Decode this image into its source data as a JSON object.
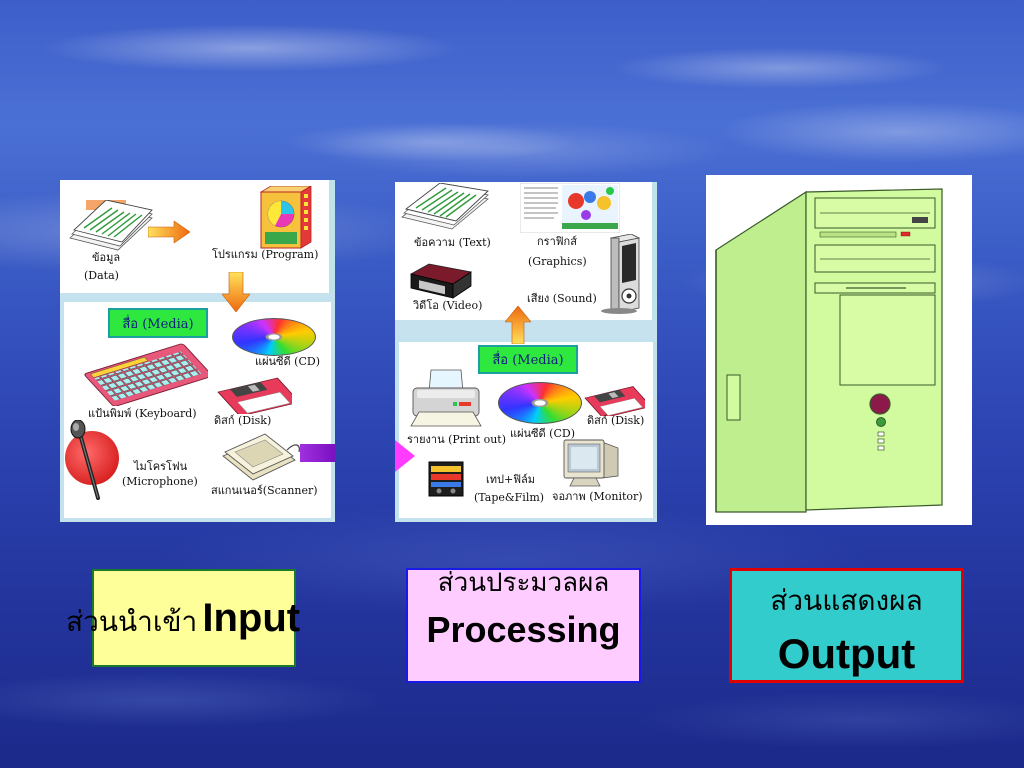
{
  "left_panel": {
    "data_th": "ข้อมูล",
    "data_en": "(Data)",
    "program": "โปรแกรม (Program)",
    "media": "สื่อ (Media)",
    "cd": "แผ่นซีดี (CD)",
    "keyboard": "แป้นพิมพ์ (Keyboard)",
    "disk": "ดิสก์ (Disk)",
    "microphone_th": "ไมโครโฟน",
    "microphone_en": "(Microphone)",
    "scanner": "สแกนเนอร์(Scanner)"
  },
  "middle_panel": {
    "text": "ข้อความ (Text)",
    "graphics_th": "กราฟิกส์",
    "graphics_en": "(Graphics)",
    "video": "วิดีโอ (Video)",
    "sound": "เสียง (Sound)",
    "media": "สื่อ (Media)",
    "print_out": "รายงาน (Print out)",
    "cd": "แผ่นซีดี (CD)",
    "disk": "ดิสก์ (Disk)",
    "tape_th": "เทป+ฟิล์ม",
    "tape_en": "(Tape&Film)",
    "monitor": "จอภาพ (Monitor)"
  },
  "labels": {
    "input_th": "ส่วนนำเข้า",
    "input_en": "Input",
    "processing_th": "ส่วนประมวลผล",
    "processing_en": "Processing",
    "output_th": "ส่วนแสดงผล",
    "output_en": "Output"
  },
  "colors": {
    "input_box": "#ffff99",
    "input_border": "#1b7a2a",
    "processing_box": "#ffccff",
    "processing_border": "#1a1ae6",
    "output_box": "#33cccc",
    "output_border": "#e00000",
    "media_box": "#2ee840"
  }
}
